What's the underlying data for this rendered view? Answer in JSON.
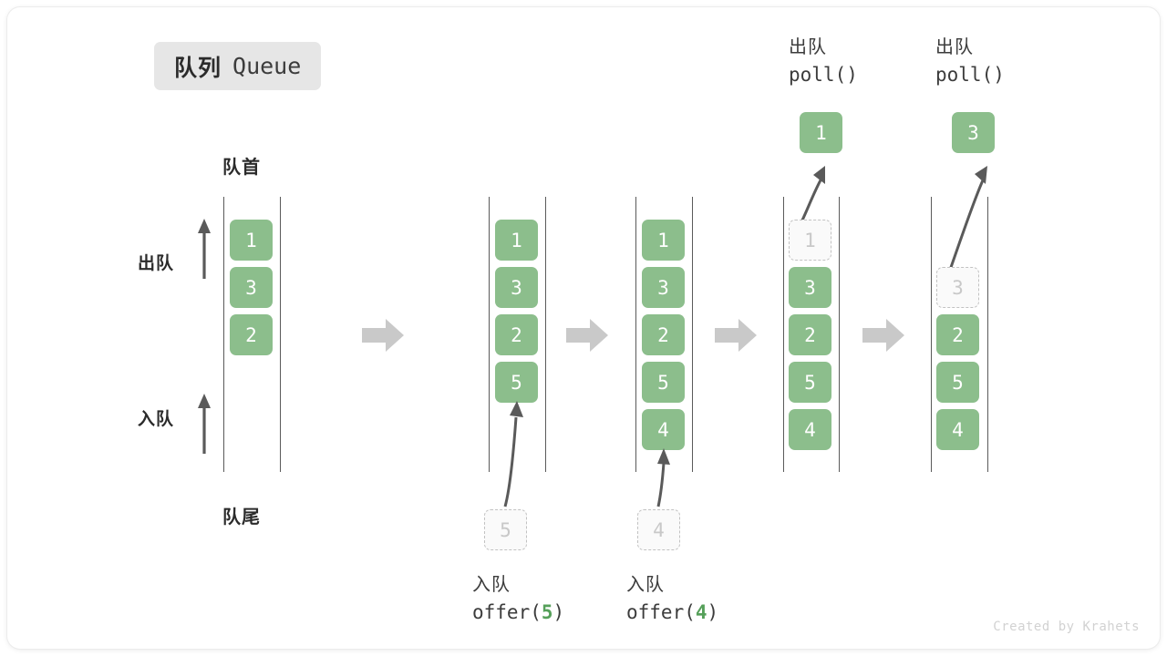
{
  "title": {
    "cn": "队列",
    "en": "Queue"
  },
  "labels": {
    "head": "队首",
    "tail": "队尾",
    "dequeue_side": "出队",
    "enqueue_side": "入队"
  },
  "colors": {
    "cell_fill": "#8cbe8c",
    "cell_text": "#ffffff",
    "ghost_fill": "#fafafa",
    "ghost_border": "#c2c2c2",
    "ghost_text": "#c8c8c8",
    "rail": "#5a5a5a",
    "arrow": "#5a5a5a",
    "block_arrow": "#c9c9c9",
    "badge_bg": "#e6e6e6",
    "accent_number": "#56a05a"
  },
  "columns": [
    {
      "id": "state-1",
      "cells": [
        {
          "value": "1",
          "state": "solid"
        },
        {
          "value": "3",
          "state": "solid"
        },
        {
          "value": "2",
          "state": "solid"
        }
      ]
    },
    {
      "id": "state-2",
      "cells": [
        {
          "value": "1",
          "state": "solid"
        },
        {
          "value": "3",
          "state": "solid"
        },
        {
          "value": "2",
          "state": "solid"
        },
        {
          "value": "5",
          "state": "solid"
        }
      ],
      "incoming": {
        "value": "5",
        "state": "ghost"
      },
      "caption": {
        "cn": "入队",
        "fn": "offer(",
        "arg": "5",
        "close": ")"
      }
    },
    {
      "id": "state-3",
      "cells": [
        {
          "value": "1",
          "state": "solid"
        },
        {
          "value": "3",
          "state": "solid"
        },
        {
          "value": "2",
          "state": "solid"
        },
        {
          "value": "5",
          "state": "solid"
        },
        {
          "value": "4",
          "state": "solid"
        }
      ],
      "incoming": {
        "value": "4",
        "state": "ghost"
      },
      "caption": {
        "cn": "入队",
        "fn": "offer(",
        "arg": "4",
        "close": ")"
      }
    },
    {
      "id": "state-4",
      "cells": [
        {
          "value": "1",
          "state": "ghost"
        },
        {
          "value": "3",
          "state": "solid"
        },
        {
          "value": "2",
          "state": "solid"
        },
        {
          "value": "5",
          "state": "solid"
        },
        {
          "value": "4",
          "state": "solid"
        }
      ],
      "outgoing": {
        "value": "1",
        "state": "solid"
      },
      "caption": {
        "cn": "出队",
        "fn": "poll(",
        "arg": "",
        "close": ")"
      }
    },
    {
      "id": "state-5",
      "cells": [
        {
          "value": "3",
          "state": "ghost"
        },
        {
          "value": "2",
          "state": "solid"
        },
        {
          "value": "5",
          "state": "solid"
        },
        {
          "value": "4",
          "state": "solid"
        }
      ],
      "outgoing": {
        "value": "3",
        "state": "solid"
      },
      "caption": {
        "cn": "出队",
        "fn": "poll(",
        "arg": "",
        "close": ")"
      }
    }
  ],
  "credit": "Created by Krahets"
}
